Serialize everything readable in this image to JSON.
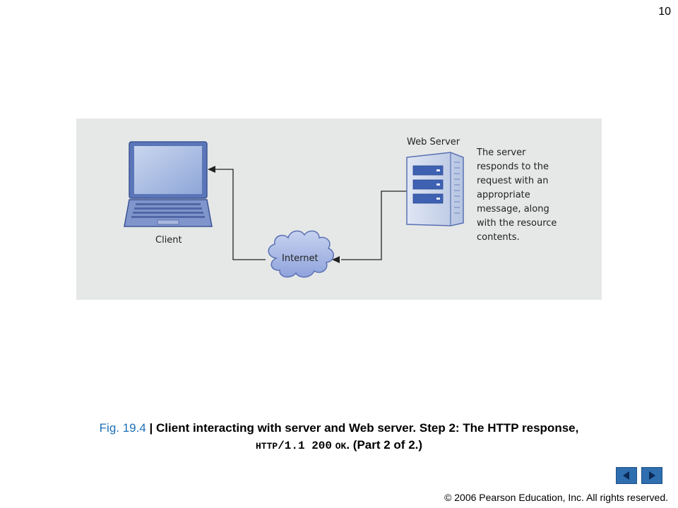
{
  "page_number": "10",
  "diagram": {
    "client_label": "Client",
    "internet_label": "Internet",
    "server_label": "Web Server",
    "server_note_lines": [
      "The server",
      "responds to the",
      "request with an",
      "appropriate",
      "message, along",
      "with the resource",
      "contents."
    ]
  },
  "caption": {
    "fig_number": "Fig. 19.4",
    "separator": " | ",
    "title_text": "Client interacting with server and Web server. Step 2: The HTTP response,",
    "code_http": "HTTP",
    "code_version": "/1.1 200",
    "code_ok": "OK",
    "suffix": ". (Part 2 of 2.)"
  },
  "footer": {
    "copyright": "© 2006 Pearson Education, Inc.  All rights reserved."
  },
  "colors": {
    "nav_button": "#2f6fb0",
    "figure_bg": "#e6e8e8",
    "fig_number": "#1f6fb5"
  }
}
